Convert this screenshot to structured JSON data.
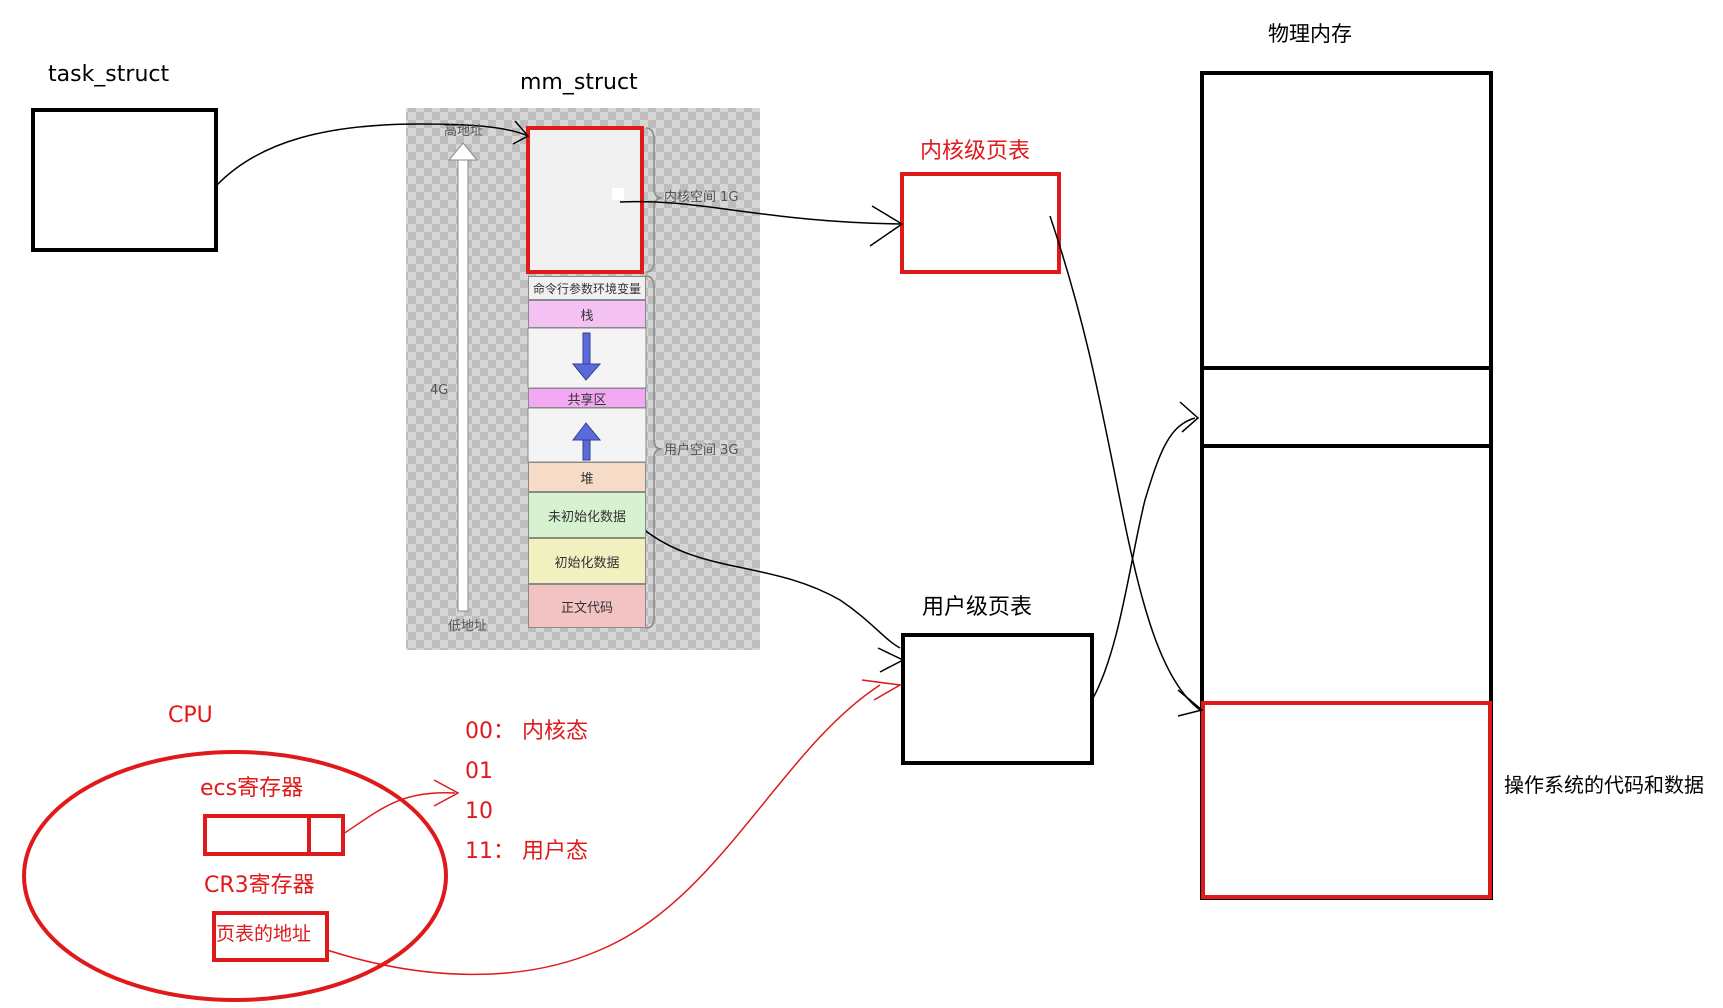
{
  "task_struct": {
    "label": "task_struct"
  },
  "mm_struct": {
    "label": "mm_struct",
    "high_address": "高地址",
    "low_address": "低地址",
    "size": "4G",
    "kernel_space": "内核空间 1G",
    "user_space": "用户空间 3G",
    "segments": [
      "命令行参数环境变量",
      "栈",
      "共享区",
      "堆",
      "未初始化数据",
      "初始化数据",
      "正文代码"
    ]
  },
  "kernel_page_table": {
    "label": "内核级页表"
  },
  "user_page_table": {
    "label": "用户级页表"
  },
  "physical_memory": {
    "label": "物理内存",
    "os_region_label": "操作系统的代码和数据"
  },
  "cpu": {
    "label": "CPU",
    "ecs_register": "ecs寄存器",
    "cr3_register": "CR3寄存器",
    "page_table_address": "页表的地址"
  },
  "privilege_levels": {
    "line1": "00：  内核态",
    "line2": "01",
    "line3": "10",
    "line4": "11：  用户态"
  },
  "colors": {
    "red": "#e0191b",
    "stack": "#f3c2f3",
    "shared": "#f3a8f3",
    "heap": "#f6dcc6",
    "bss": "#d6f2cf",
    "data": "#f1f1c0",
    "text": "#f3c2c2",
    "arrow_blue": "#5a6ad8"
  }
}
